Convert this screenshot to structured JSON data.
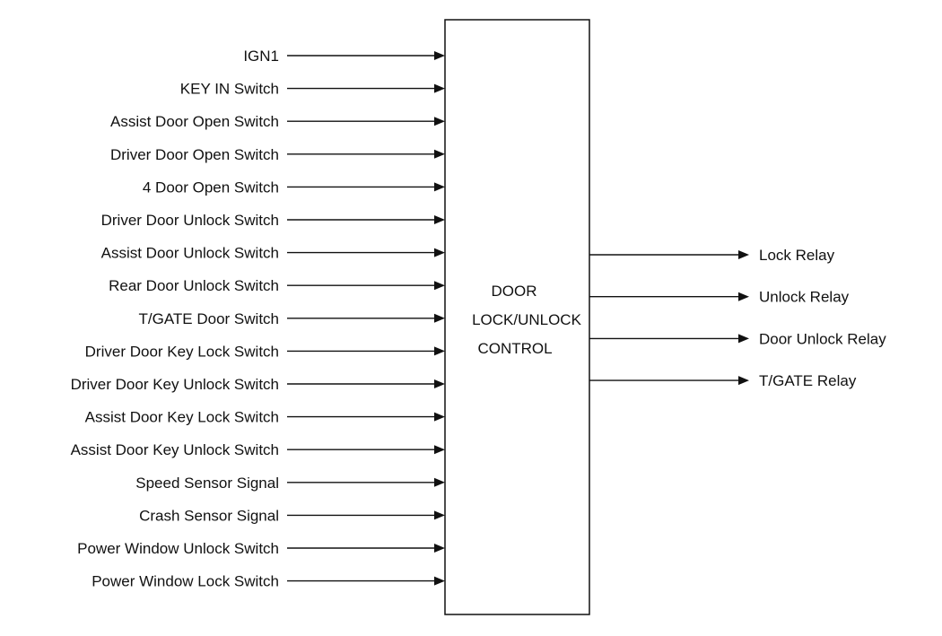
{
  "controller": {
    "title_lines": [
      "DOOR",
      "LOCK/UNLOCK",
      "CONTROL"
    ]
  },
  "inputs": [
    "IGN1",
    "KEY IN Switch",
    "Assist Door Open Switch",
    "Driver Door Open Switch",
    "4 Door Open Switch",
    "Driver Door Unlock Switch",
    "Assist Door Unlock Switch",
    "Rear Door Unlock Switch",
    "T/GATE Door Switch",
    "Driver Door Key Lock Switch",
    "Driver Door Key Unlock Switch",
    "Assist Door Key Lock Switch",
    "Assist Door Key Unlock Switch",
    "Speed Sensor Signal",
    "Crash Sensor Signal",
    "Power Window Unlock Switch",
    "Power Window Lock Switch"
  ],
  "outputs": [
    "Lock Relay",
    "Unlock Relay",
    "Door Unlock Relay",
    "T/GATE Relay"
  ]
}
